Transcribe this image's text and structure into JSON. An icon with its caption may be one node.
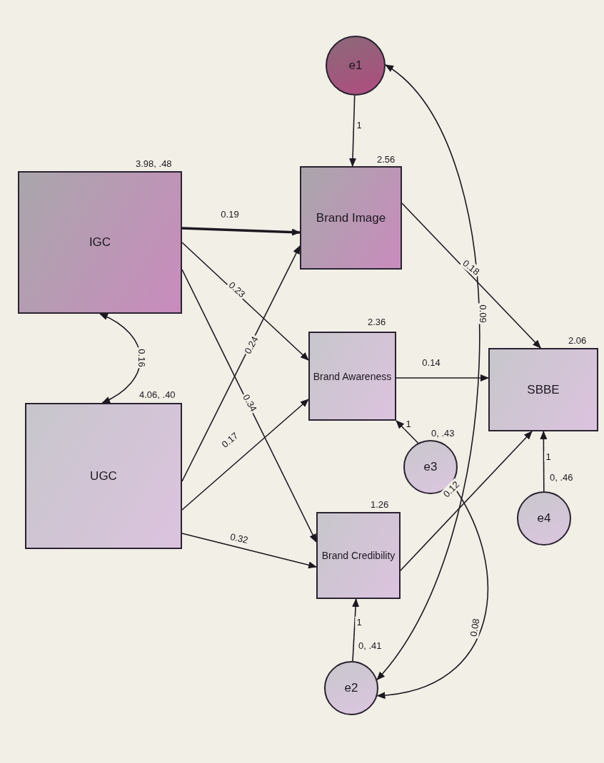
{
  "diagram": {
    "nodes": [
      {
        "text": [
          "IGC"
        ],
        "beside": [
          "3.98, .48"
        ]
      },
      {
        "text": [
          "UGC"
        ],
        "beside": [
          "4.06, .40"
        ]
      },
      {
        "text": [
          "e1"
        ]
      },
      {
        "text": [
          "Brand Image"
        ],
        "beside": [
          "2.56"
        ]
      },
      {
        "text": [
          "Brand Awareness"
        ],
        "beside": [
          "2.36"
        ]
      },
      {
        "text": [
          "Brand Credibility"
        ],
        "beside": [
          "1.26"
        ]
      },
      {
        "text": [
          "SBBE"
        ],
        "beside": [
          "2.06"
        ]
      },
      {
        "text": [
          "e3"
        ],
        "beside": [
          "0, .43"
        ]
      },
      {
        "text": [
          "e4"
        ],
        "beside": [
          "0, .46"
        ]
      },
      {
        "text": [
          "e2"
        ],
        "beside": [
          "0, .41"
        ]
      }
    ],
    "edges": [
      {
        "from": 0,
        "to": 3,
        "arrow": "to",
        "label": "0.19",
        "style": "thick"
      },
      {
        "from": 0,
        "to": 4,
        "arrow": "to",
        "label": "0.23"
      },
      {
        "from": 0,
        "to": 5,
        "arrow": "to",
        "label": "0.34"
      },
      {
        "from": 1,
        "to": 3,
        "arrow": "to",
        "label": "0.24"
      },
      {
        "from": 1,
        "to": 4,
        "arrow": "to",
        "label": "0.17"
      },
      {
        "from": 1,
        "to": 5,
        "arrow": "to",
        "label": "0.32"
      },
      {
        "from": 0,
        "to": 1,
        "arrow": "both",
        "label": "0.16"
      },
      {
        "from": 2,
        "to": 3,
        "arrow": "to",
        "label": "1"
      },
      {
        "from": 3,
        "to": 6,
        "arrow": "to",
        "label": "0.18"
      },
      {
        "from": 4,
        "to": 6,
        "arrow": "to",
        "label": "0.14"
      },
      {
        "from": 5,
        "to": 6,
        "arrow": "to",
        "label": "0.12"
      },
      {
        "from": 7,
        "to": 4,
        "arrow": "to",
        "label": "1"
      },
      {
        "from": 8,
        "to": 6,
        "arrow": "to",
        "label": "1"
      },
      {
        "from": 9,
        "to": 5,
        "arrow": "to",
        "label": "1"
      },
      {
        "from": 2,
        "to": 9,
        "arrow": "both",
        "label": "0.09"
      },
      {
        "from": 7,
        "to": 9,
        "arrow": "both",
        "label": "0.08"
      }
    ]
  }
}
